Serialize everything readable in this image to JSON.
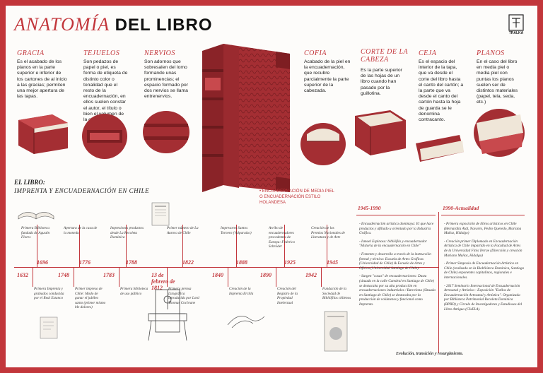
{
  "header": {
    "title_italic": "ANATOMÍA",
    "title_bold": "DEL LIBRO",
    "logo_text": "TRALKA"
  },
  "parts": [
    {
      "heading": "GRACIA",
      "text": "Es el acabado de los planos en la parte superior e inferior de los cartones de al inicio a las gracias; permiten una mejor apertura de las tapas."
    },
    {
      "heading": "TEJUELOS",
      "text": "Son pedazos de papel o piel, es forma de etiqueta de distinto color o tonalidad que el resto de la encuadernación, en ellos suelen constar el autor, el título o bien el volumen de la obra."
    },
    {
      "heading": "NERVIOS",
      "text": "Son adornos que sobresalen del lomo formando unas prominencias; el espacio formado por dos nervios se llama entrenervios."
    },
    {
      "heading": "COFIA",
      "text": "Acabado de la piel en la encuadernación, que recubre parcialmente la parte superior de la cabezada."
    },
    {
      "heading": "CORTE DE LA CABEZA",
      "text": "Es la parte superior de las hojas de un libro cuando han pasado por la guillotina."
    },
    {
      "heading": "CEJA",
      "text": "Es el espacio del interior de la tapa, que va desde el corte del libro hasta el canto del cartón; a la parte que va desde el canto del cartón hasta la hoja de guarda se le denomina contracanto."
    },
    {
      "heading": "PLANOS",
      "text": "En el caso del libro en media piel o media piel con puntas los planos suelen ser de distintos materiales (papel, tela, seda, etc.)"
    }
  ],
  "book_note": "• ENCUADERNACIÓN DE MEDIA PIEL O ENCUADERNACIÓN ESTILO HOLANDESA",
  "section": {
    "title": "EL LIBRO:",
    "subtitle": "IMPRENTA Y ENCUADERNACIÓN EN CHILE"
  },
  "timeline_top": [
    {
      "year": "1696",
      "text": "Primera Biblioteca fundada de Agustín Flores"
    },
    {
      "year": "1776",
      "text": "Apertura de la casa de la moneda"
    },
    {
      "year": "1788",
      "text": "Impresiones productos desde La Recoleta Dominica"
    },
    {
      "year": "1822",
      "text": "Primer número de La Aurora de Chile"
    },
    {
      "year": "1888",
      "text": "Impresores Santos Tornero (Valparaíso)"
    },
    {
      "year": "1925",
      "text": "Arribo de encuadernadores procedentes de Europa: Federico Schröder"
    },
    {
      "year": "1945",
      "text": "Creación de los Premios Nacionales de Literatura y de Arte"
    }
  ],
  "timeline_bottom": [
    {
      "year": "1632",
      "text": "Primera Imprenta y grabados conducida por el Real Estanco"
    },
    {
      "year": "1748",
      "text": "Primer impreso de Chile: Modo de ganar el jubileo santo (primer mismo ble dolores)"
    },
    {
      "year": "1783",
      "text": "Primera biblioteca de uso público"
    },
    {
      "year": "13 de febrero de 1812",
      "text": "Primera prensa Litográfica introducida por Lord Thomas Cochrane"
    },
    {
      "year": "1840",
      "text": "Creación de la Imprenta Ercilla"
    },
    {
      "year": "1890",
      "text": "Creación del Registro de la Propiedad Intelectual"
    },
    {
      "year": "1942",
      "text": "Fundación de la Sociedad de Bibliófilos chilenos"
    }
  ],
  "right_cols": [
    {
      "heading": "1945-1990",
      "items": [
        "- Encuadernación artística dominaya: El que hace productos y afiliado u orientado por la Industria Gráfica.",
        "- Ismael Espinosa: bibliófilo y encuadernador \"Historia de la encuadernación en Chile\"",
        "- Fomento y desarrollo a través de la instrucción formal y técnica: Escuela de Artes Gráficas (Universidad de Chile) & Escuela de Artes y Oficios (Universidad Santiago de Chile).",
        "- Surgen \"casas\" de encuadernaciones: Dasta (situada en la calle Catedral en Santiago de Chile) se destacaba por su alta producción en encuadernaciones industriales / Barcelona (Situada en Santiago de Chile) se destacaba por la producción de volúmenes y funcional como Imprenta."
      ]
    },
    {
      "heading": "1990-Actualidad",
      "items": [
        "- Primera exposición de libros artísticos en Chile (Bernardita Aldt, Navarro, Pedro Queredo, Mariana Muñoz, Hidalgo)",
        "- Creación primer Diplomado en Encuadernación Artística de Chile impartido en la Facultad de Artes de la Universidad Finis Terrae (Dirección y creación Mariano Muñoz, Hidalgo)",
        "- Primer Simposio de Encuadernación Artística en Chile (realizado en la Bioblióteca Dominica, Santiago de Chile) exponentes capitalinos, regionales e internacionales.",
        "- 2017 Seminario Internacional de Encuadernación Artesanal y Artística - Exposición \"Estilos de Encuadernación Artesanal y Artística\". Organizada por Biblioteca Patrimonial Recoleta Dominica (BPRD) y Círculo de Investigadores y Estudiosos del Libro Antiguo (CIsELA)."
      ]
    }
  ],
  "footer": "Evolución, transición y resurgimiento.",
  "colors": {
    "accent": "#c2363b",
    "leather": "#9c2a2f",
    "page": "#efe6d8"
  }
}
